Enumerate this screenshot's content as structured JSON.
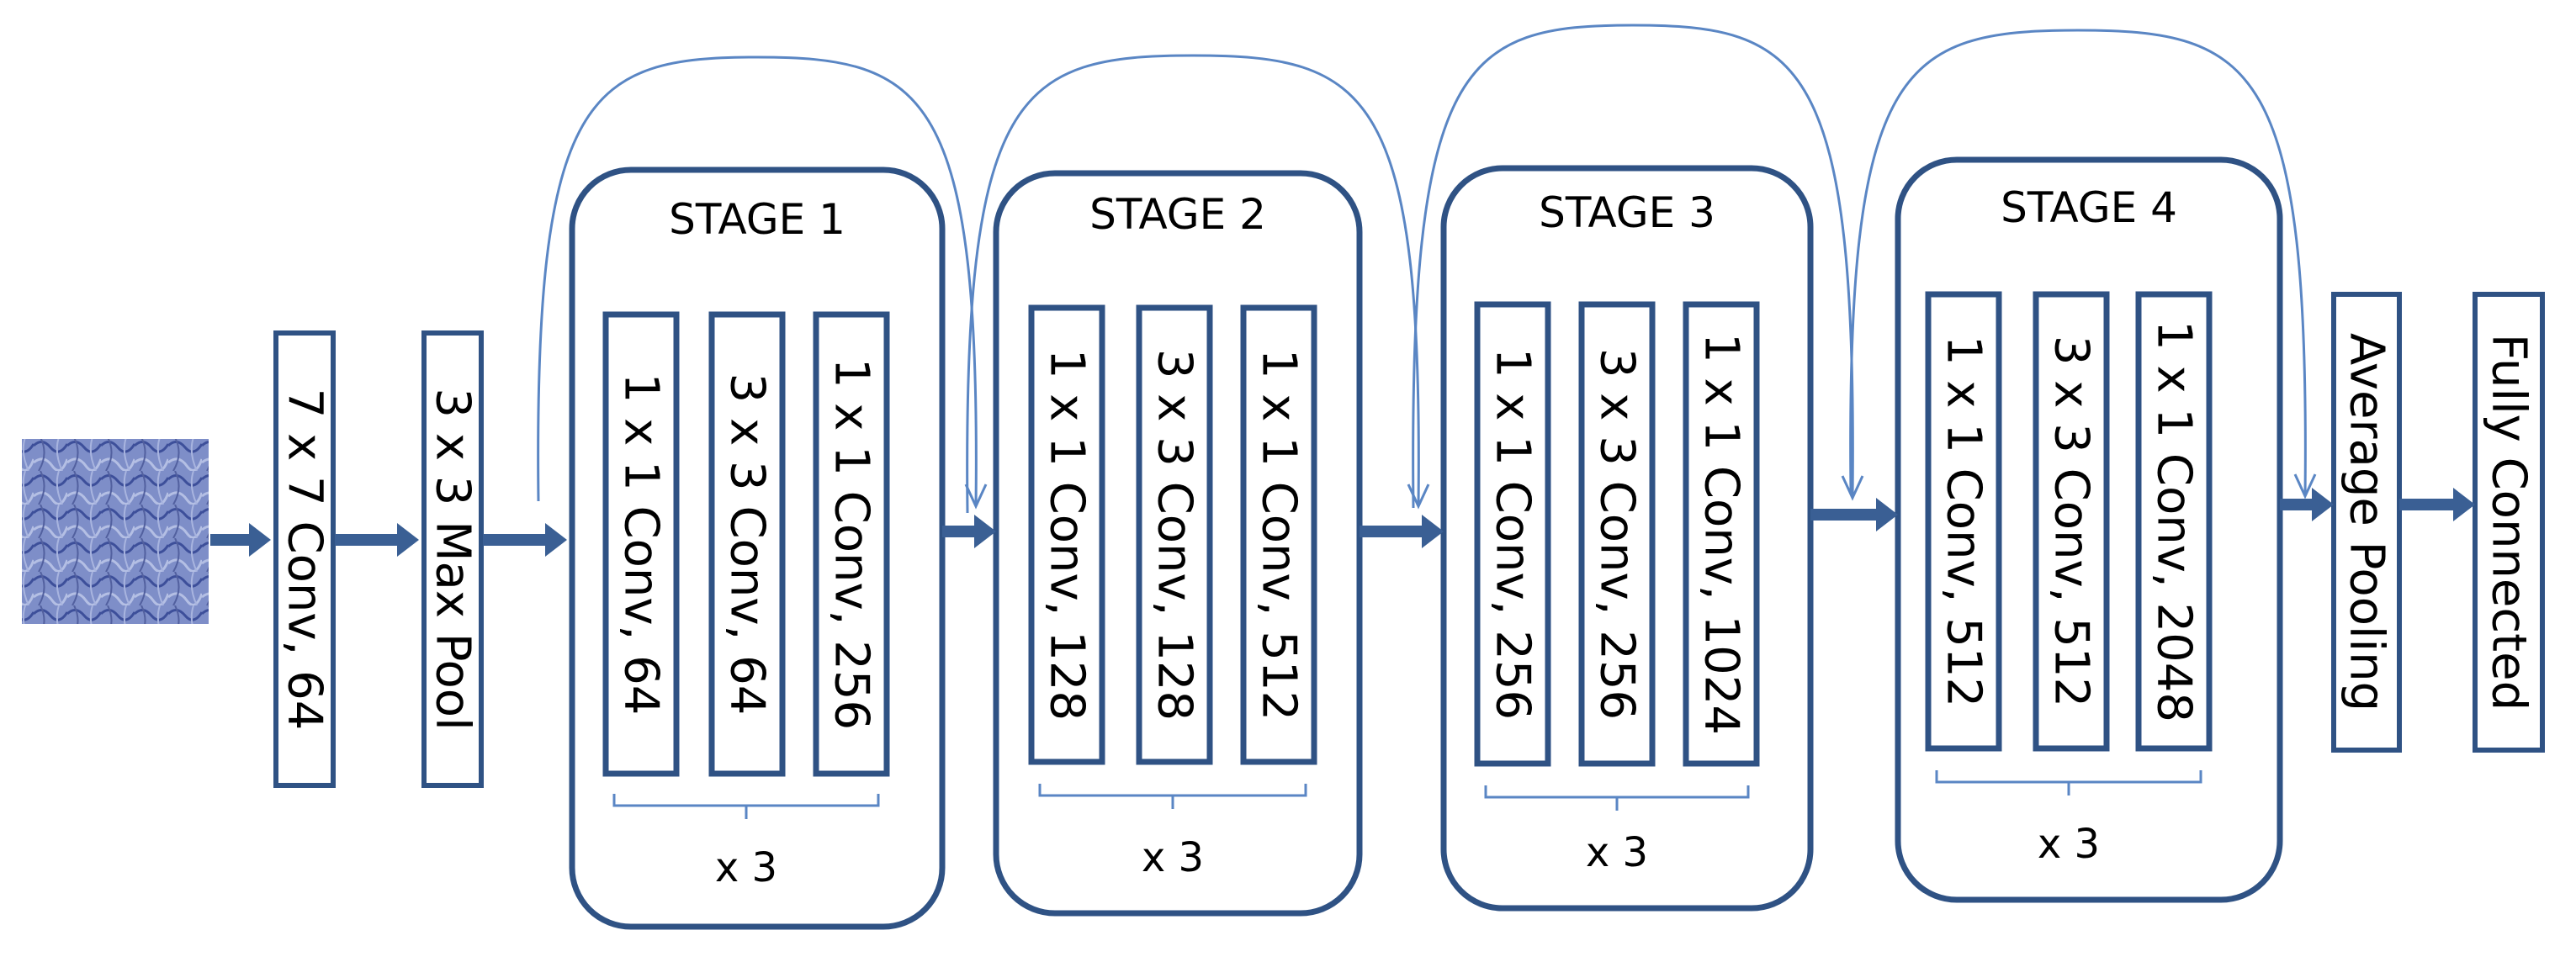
{
  "input_image": {
    "name": "input-texture-image"
  },
  "colors": {
    "box_stroke": "#2f5284",
    "arrow": "#3a5f94",
    "skip": "#5a86c4"
  },
  "pre_layers": [
    {
      "id": "conv7",
      "label": "7 x 7 Conv, 64"
    },
    {
      "id": "maxpool",
      "label": "3 x 3 Max Pool"
    }
  ],
  "stages": [
    {
      "title": "STAGE 1",
      "repeat": "x 3",
      "blocks": [
        "1 x 1 Conv, 64",
        "3 x 3 Conv, 64",
        "1 x 1 Conv, 256"
      ]
    },
    {
      "title": "STAGE 2",
      "repeat": "x 3",
      "blocks": [
        "1 x 1 Conv, 128",
        "3 x 3 Conv, 128",
        "1 x 1 Conv, 512"
      ]
    },
    {
      "title": "STAGE 3",
      "repeat": "x 3",
      "blocks": [
        "1 x 1 Conv, 256",
        "3 x 3 Conv, 256",
        "1 x 1 Conv, 1024"
      ]
    },
    {
      "title": "STAGE 4",
      "repeat": "x 3",
      "blocks": [
        "1 x 1 Conv, 512",
        "3 x 3 Conv, 512",
        "1 x 1 Conv, 2048"
      ]
    }
  ],
  "post_layers": [
    {
      "id": "avgpool",
      "label": "Average Pooling"
    },
    {
      "id": "fc",
      "label": "Fully Connected"
    }
  ]
}
